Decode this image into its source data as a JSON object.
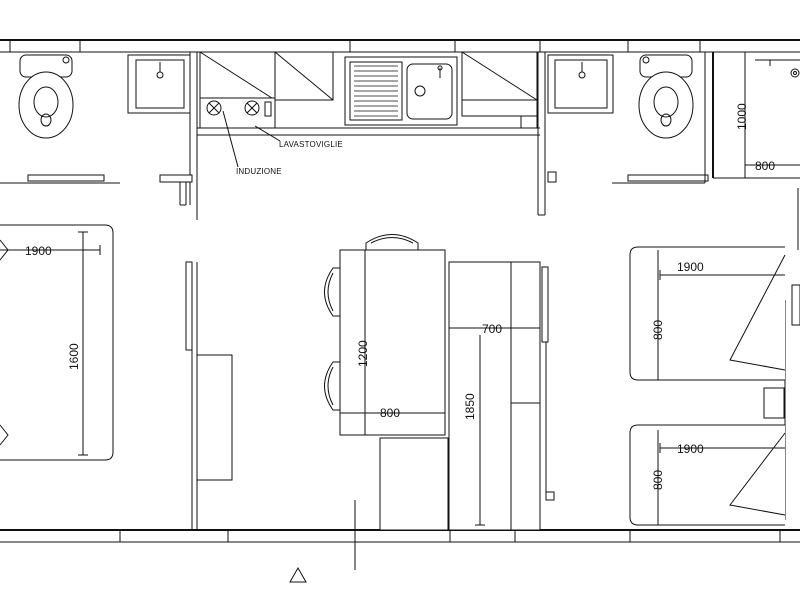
{
  "labels": {
    "dishwasher": "LAVASTOVIGLIE",
    "induction": "INDUZIONE"
  },
  "dimensions": {
    "bed_left_length": "1900",
    "bed_left_width": "1600",
    "table_length": "1200",
    "table_width": "800",
    "sofa_depth": "700",
    "sofa_length": "1850",
    "bed_top_right_length": "1900",
    "bed_top_right_width": "800",
    "bed_bottom_right_length": "1900",
    "bed_bottom_right_width": "800",
    "shower_depth": "1000",
    "shower_width": "800"
  }
}
